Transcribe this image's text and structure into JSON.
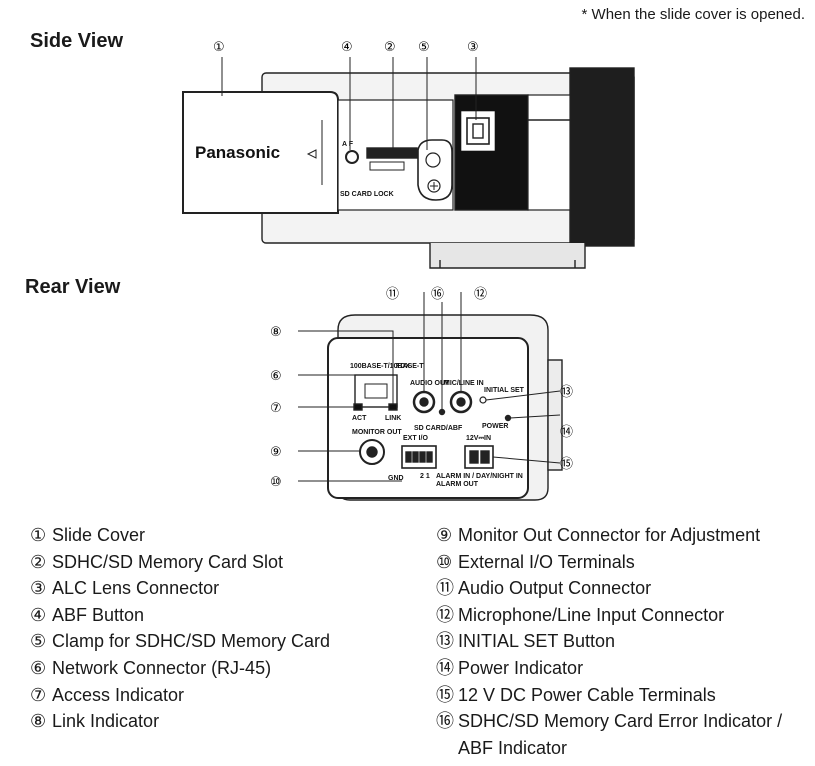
{
  "note": "* When the slide cover is opened.",
  "side_view": {
    "heading": "Side View",
    "brand": "Panasonic",
    "labels": {
      "af": "A  F",
      "sd_lock": "SD CARD LOCK"
    },
    "callouts": [
      "①",
      "④",
      "②",
      "⑤",
      "③"
    ]
  },
  "rear_view": {
    "heading": "Rear View",
    "labels": {
      "link_speed": "100BASE-T/10BASE-T",
      "fdx": "FDX",
      "act": "ACT",
      "link": "LINK",
      "monitor_out": "MONITOR OUT",
      "audio_out": "AUDIO OUT",
      "mic_line_in": "MIC/LINE IN",
      "initial_set": "INITIAL SET",
      "sd_card_abf": "SD CARD/ABF",
      "power": "POWER",
      "ext_io": "EXT I/O",
      "dc_in": "12V⎓IN",
      "gnd": "GND",
      "alarm_in": "ALARM IN / DAY/NIGHT IN",
      "alarm_out": "ALARM OUT",
      "terminal_nums": "2  1"
    },
    "callouts": [
      "⑪",
      "⑯",
      "⑫",
      "⑧",
      "⑥",
      "⑦",
      "⑨",
      "⑩",
      "⑬",
      "⑭",
      "⑮"
    ]
  },
  "legend": {
    "left": [
      {
        "num": "①",
        "text": "Slide Cover"
      },
      {
        "num": "②",
        "text": "SDHC/SD Memory Card Slot"
      },
      {
        "num": "③",
        "text": "ALC Lens Connector"
      },
      {
        "num": "④",
        "text": "ABF Button"
      },
      {
        "num": "⑤",
        "text": "Clamp for SDHC/SD Memory Card"
      },
      {
        "num": "⑥",
        "text": "Network Connector (RJ-45)"
      },
      {
        "num": "⑦",
        "text": "Access Indicator"
      },
      {
        "num": "⑧",
        "text": "Link Indicator"
      }
    ],
    "right": [
      {
        "num": "⑨",
        "text": "Monitor Out Connector for Adjustment"
      },
      {
        "num": "⑩",
        "text": "External I/O Terminals"
      },
      {
        "num": "⑪",
        "text": "Audio Output Connector"
      },
      {
        "num": "⑫",
        "text": "Microphone/Line Input Connector"
      },
      {
        "num": "⑬",
        "text": "INITIAL SET Button"
      },
      {
        "num": "⑭",
        "text": "Power Indicator"
      },
      {
        "num": "⑮",
        "text": "12 V DC Power Cable Terminals"
      },
      {
        "num": "⑯",
        "text": "SDHC/SD Memory Card Error Indicator /"
      },
      {
        "num": "",
        "text": "ABF Indicator"
      }
    ]
  }
}
